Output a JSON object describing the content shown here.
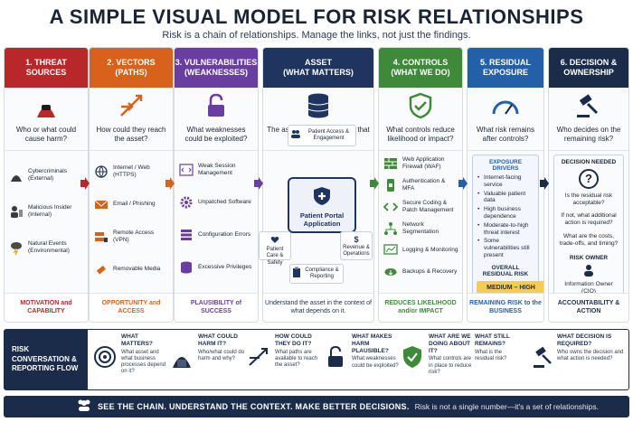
{
  "title": "A SIMPLE VISUAL MODEL FOR RISK RELATIONSHIPS",
  "subtitle": "Risk is a chain of relationships. Manage the links, not just the findings.",
  "columns": [
    {
      "head_line1": "1.  THREAT",
      "head_line2": "SOURCES",
      "question": "Who or what could cause harm?",
      "items": [
        "Cybercriminals (External)",
        "Malicious Insider (Internal)",
        "Natural Events (Environmental)"
      ],
      "footer": "MOTIVATION and CAPABILITY",
      "color": "#b8282a"
    },
    {
      "head_line1": "2.  VECTORS",
      "head_line2": "(PATHS)",
      "question": "How could they reach the asset?",
      "items": [
        "Internet / Web (HTTPS)",
        "Email / Phishing",
        "Remote Access (VPN)",
        "Removable Media"
      ],
      "footer": "OPPORTUNITY and ACCESS",
      "color": "#d8621c"
    },
    {
      "head_line1": "3.  VULNERABILITIES",
      "head_line2": "(WEAKNESSES)",
      "question": "What weaknesses could be exploited?",
      "items": [
        "Weak Session Management",
        "Unpatched Software",
        "Configuration Errors",
        "Excessive Privileges"
      ],
      "footer": "PLAUSIBILITY of SUCCESS",
      "color": "#6a3ea0"
    },
    {
      "head_line1": "ASSET",
      "head_line2": "(WHAT MATTERS)",
      "question": "The asset and the business that depends on it.",
      "top_card": "Patient Access & Engagement",
      "portal": "Patient Portal Application",
      "left_card": "Patient Care & Safety",
      "right_card": "Revenue & Operations",
      "bottom_card": "Compliance & Reporting",
      "footer": "Understand the asset in the context of what depends on it.",
      "color": "#1f3560"
    },
    {
      "head_line1": "4.  CONTROLS",
      "head_line2": "(WHAT WE DO)",
      "question": "What controls reduce likelihood or impact?",
      "items": [
        "Web Application Firewall (WAF)",
        "Authentication & MFA",
        "Secure Coding & Patch Management",
        "Network Segmentation",
        "Logging & Monitoring",
        "Backups & Recovery"
      ],
      "footer": "REDUCES LIKELIHOOD and/or IMPACT",
      "color": "#3f8a3a"
    },
    {
      "head_line1": "5.  RESIDUAL",
      "head_line2": "EXPOSURE",
      "question": "What risk remains after controls?",
      "drivers_title": "EXPOSURE DRIVERS",
      "drivers": [
        "Internet-facing service",
        "Valuable patient data",
        "High business dependence",
        "Moderate-to-high threat interest",
        "Some vulnerabilities still present"
      ],
      "overall_label": "OVERALL RESIDUAL RISK",
      "overall_value": "MEDIUM – HIGH",
      "footer": "REMAINING RISK to the BUSINESS",
      "color": "#2460a8"
    },
    {
      "head_line1": "6.  DECISION &",
      "head_line2": "OWNERSHIP",
      "question": "Who decides on the remaining risk?",
      "decision_title": "DECISION NEEDED",
      "decision_q1": "Is the residual risk acceptable?",
      "decision_q2": "If not, what additional action is required?",
      "decision_q3": "What are the costs, trade-offs, and timing?",
      "owner_title": "RISK OWNER",
      "owner_name": "Information Owner (CIO)",
      "footer": "ACCOUNTABILITY & ACTION",
      "color": "#1b2c4a"
    }
  ],
  "flow": {
    "label": "RISK CONVERSATION & REPORTING FLOW",
    "steps": [
      {
        "q": "WHAT MATTERS?",
        "d": "What asset and what business processes depend on it?"
      },
      {
        "q": "WHAT COULD HARM IT?",
        "d": "Who/what could do harm and why?"
      },
      {
        "q": "HOW COULD THEY DO IT?",
        "d": "What paths are available to reach the asset?"
      },
      {
        "q": "WHAT MAKES HARM PLAUSIBLE?",
        "d": "What weaknesses could be exploited?"
      },
      {
        "q": "WHAT ARE WE DOING ABOUT IT?",
        "d": "What controls are in place to reduce risk?"
      },
      {
        "q": "WHAT STILL REMAINS?",
        "d": "What is the residual risk?"
      },
      {
        "q": "WHAT DECISION IS REQUIRED?",
        "d": "Who owns the decision and what action is needed?"
      }
    ]
  },
  "banner": {
    "strong": "SEE THE CHAIN. UNDERSTAND THE CONTEXT. MAKE BETTER DECISIONS.",
    "light": "Risk is not a single number—it's a set of relationships."
  }
}
